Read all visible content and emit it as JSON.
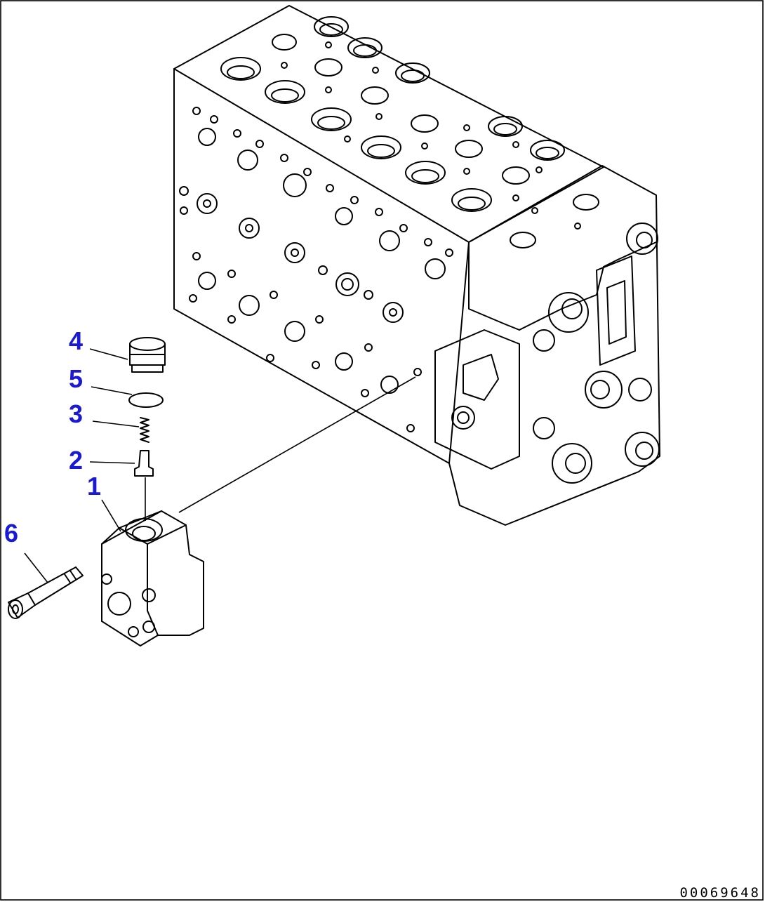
{
  "drawing_code": "00069648",
  "callouts": [
    {
      "id": "1",
      "label": "1"
    },
    {
      "id": "2",
      "label": "2"
    },
    {
      "id": "3",
      "label": "3"
    },
    {
      "id": "4",
      "label": "4"
    },
    {
      "id": "5",
      "label": "5"
    },
    {
      "id": "6",
      "label": "6"
    }
  ]
}
